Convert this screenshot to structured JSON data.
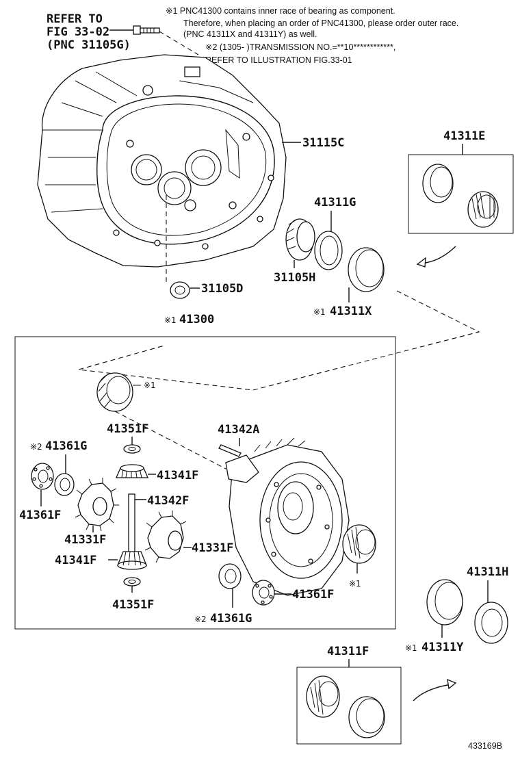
{
  "diagram": {
    "refer": {
      "line1": "REFER TO",
      "line2": "FIG 33-02",
      "line3": "(PNC 31105G)"
    },
    "notes": {
      "n1a": "※1 PNC41300 contains inner race of bearing as component.",
      "n1b": "Therefore, when placing an order of PNC41300, please order outer race.",
      "n1c": "(PNC 41311X and 41311Y) as well.",
      "n2a": "※2 (1305-        )TRANSMISSION NO.=**10************,",
      "n2b": "REFER TO ILLUSTRATION FIG.33-01"
    },
    "parts": {
      "p31115C": "31115C",
      "p41311E": "41311E",
      "p41311G": "41311G",
      "p31105H": "31105H",
      "p31105D": "31105D",
      "p41311X": "41311X",
      "p41300": "41300",
      "p41351F_top": "41351F",
      "p41342A": "41342A",
      "p41361G_left": "41361G",
      "p41341F_top": "41341F",
      "p41342F": "41342F",
      "p41361F_left": "41361F",
      "p41331F_left": "41331F",
      "p41331F_right": "41331F",
      "p41341F_bottom": "41341F",
      "p41351F_bottom": "41351F",
      "p41361F_right": "41361F",
      "p41361G_bottom": "41361G",
      "p41311H": "41311H",
      "p41311Y": "41311Y",
      "p41311F": "41311F"
    },
    "marks": {
      "m1": "※1",
      "m2": "※2"
    },
    "figure_id": "433169B"
  }
}
